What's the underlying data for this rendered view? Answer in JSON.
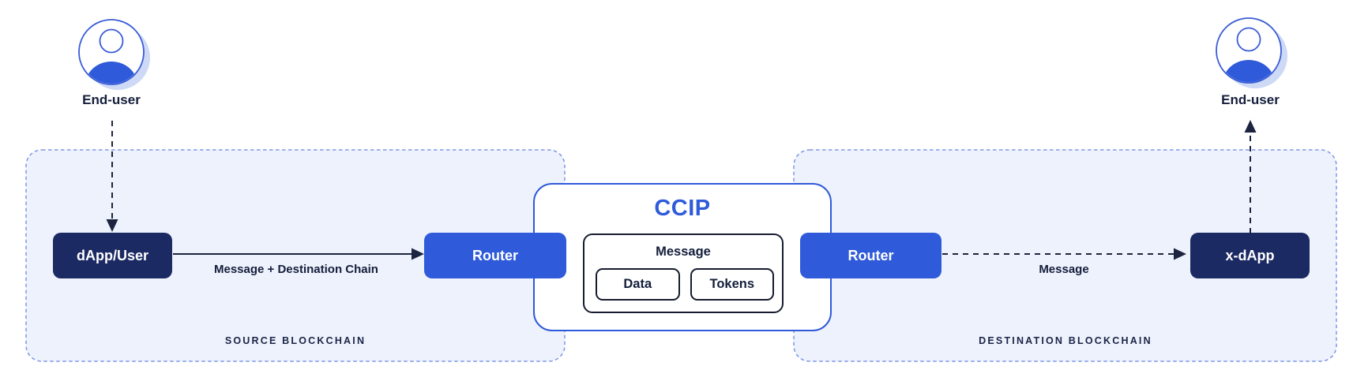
{
  "palette": {
    "brand_blue": "#2F5AD9",
    "navy": "#1B2A63",
    "dark_text": "#141E3C",
    "panel_fill": "#EEF2FC",
    "panel_dash_border": "#7E97E6",
    "icon_shadow_blue": "#CDD9F5",
    "arrow_color": "#1C2440"
  },
  "users": {
    "left_label": "End-user",
    "right_label": "End-user"
  },
  "source": {
    "section_label": "SOURCE BLOCKCHAIN",
    "dapp_label": "dApp/User",
    "router_label": "Router",
    "edge_label": "Message + Destination Chain"
  },
  "ccip": {
    "title": "CCIP",
    "message_label": "Message",
    "data_label": "Data",
    "tokens_label": "Tokens"
  },
  "destination": {
    "section_label": "DESTINATION BLOCKCHAIN",
    "router_label": "Router",
    "xdapp_label": "x-dApp",
    "edge_label": "Message"
  }
}
